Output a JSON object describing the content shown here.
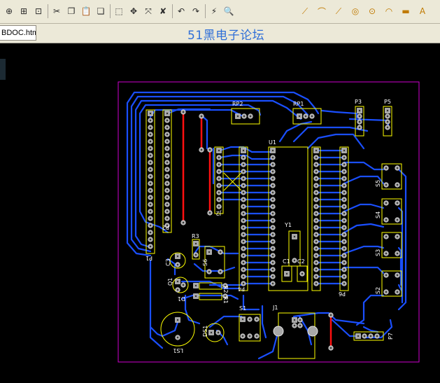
{
  "window": {
    "doc_tab": "BDOC.htm",
    "watermark": "51黑电子论坛"
  },
  "colors": {
    "board_outline": "#d000d0",
    "trace": "#1a4fff",
    "jumper": "#ff1010",
    "silkscreen": "#ffff00",
    "pad": "#b0b0b0"
  },
  "toolbar": {
    "left": [
      {
        "name": "zoom-in-icon",
        "glyph": "⊕"
      },
      {
        "name": "zoom-area-icon",
        "glyph": "⊞"
      },
      {
        "name": "zoom-fit-icon",
        "glyph": "⊡"
      },
      {
        "name": "cut-icon",
        "glyph": "✂"
      },
      {
        "name": "copy-icon",
        "glyph": "❐"
      },
      {
        "name": "paste-icon",
        "glyph": "📋"
      },
      {
        "name": "rubber-stamp-icon",
        "glyph": "❏"
      },
      {
        "name": "select-area-icon",
        "glyph": "⬚"
      },
      {
        "name": "move-icon",
        "glyph": "✥"
      },
      {
        "name": "cross-probe-icon",
        "glyph": "⤧"
      },
      {
        "name": "deselect-icon",
        "glyph": "✘"
      },
      {
        "name": "undo-icon",
        "glyph": "↶"
      },
      {
        "name": "redo-icon",
        "glyph": "↷"
      },
      {
        "name": "wand-icon",
        "glyph": "⚡"
      },
      {
        "name": "browse-icon",
        "glyph": "🔍"
      }
    ],
    "right": [
      {
        "name": "route-track-icon",
        "glyph": "⟋"
      },
      {
        "name": "place-arc-icon",
        "glyph": "⌒"
      },
      {
        "name": "place-string-icon",
        "glyph": "⟋"
      },
      {
        "name": "place-pad-icon",
        "glyph": "◎"
      },
      {
        "name": "place-via-icon",
        "glyph": "⊙"
      },
      {
        "name": "place-arc-center-icon",
        "glyph": "◠"
      },
      {
        "name": "place-fill-icon",
        "glyph": "▬"
      },
      {
        "name": "place-text-icon",
        "glyph": "A"
      }
    ]
  },
  "pcb": {
    "labels": {
      "p1": "P1",
      "p2": "P2",
      "j2": "J2",
      "p4": "P4",
      "p3": "P3",
      "p5": "P5",
      "rp1": "RP1",
      "rp2": "RP2",
      "u1": "U1",
      "y1": "Y1",
      "c1": "C1",
      "c2": "C2",
      "c3": "C3",
      "r3": "R3",
      "s6": "S6",
      "r2": "R2",
      "r1": "R1",
      "d1": "D1",
      "q1": "Q1",
      "s1": "S1",
      "j1": "J1",
      "ls1": "LS1",
      "ds1": "DS1",
      "s2": "S2",
      "s3": "S3",
      "s4": "S4",
      "s5": "S5",
      "p6": "P6",
      "p7": "P7"
    }
  }
}
